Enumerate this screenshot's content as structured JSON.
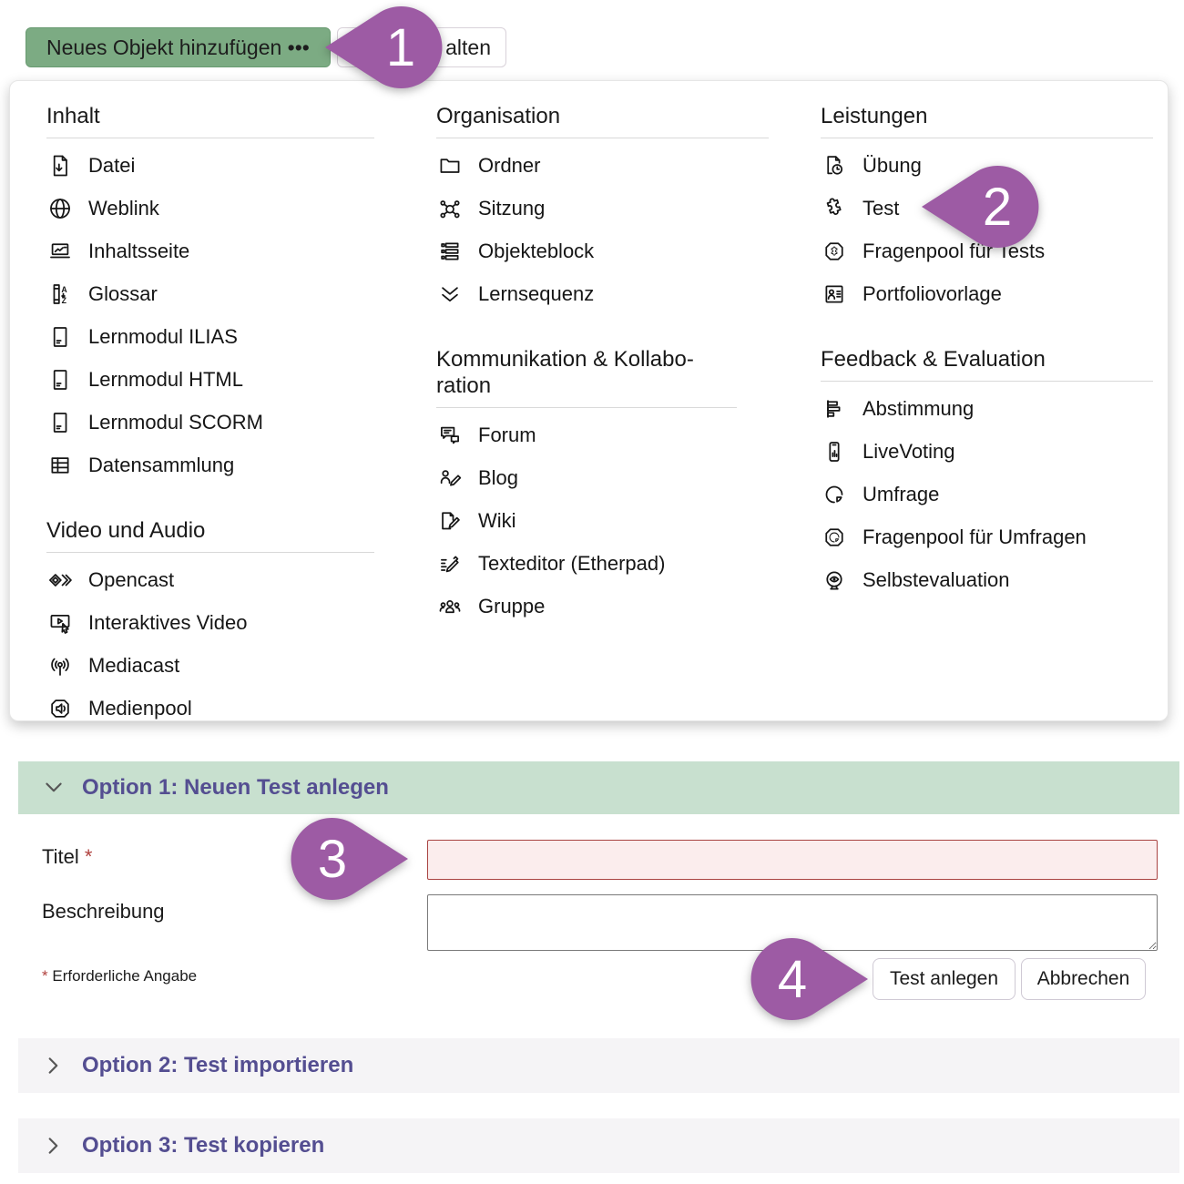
{
  "toolbar": {
    "add_object_label": "Neues Objekt hinzufügen •••",
    "partial_button_label": "alten"
  },
  "menu": {
    "groups": [
      {
        "title": "Inhalt",
        "items": [
          "Datei",
          "Weblink",
          "Inhaltsseite",
          "Glossar",
          "Lernmodul ILIAS",
          "Lernmodul HTML",
          "Lernmodul SCORM",
          "Datensammlung"
        ]
      },
      {
        "title": "Video und Audio",
        "items": [
          "Opencast",
          "Interaktives Video",
          "Mediacast",
          "Medienpool"
        ]
      },
      {
        "title": "Organisation",
        "items": [
          "Ordner",
          "Sitzung",
          "Objekteblock",
          "Lernsequenz"
        ]
      },
      {
        "title": "Kommunikation & Kollabo­ration",
        "items": [
          "Forum",
          "Blog",
          "Wiki",
          "Texteditor (Etherpad)",
          "Gruppe"
        ]
      },
      {
        "title": "Leistungen",
        "items": [
          "Übung",
          "Test",
          "Fragenpool für Tests",
          "Portfoliovorlage"
        ]
      },
      {
        "title": "Feedback & Evaluation",
        "items": [
          "Abstimmung",
          "LiveVoting",
          "Umfrage",
          "Fragenpool für Umfragen",
          "Selbstevaluation"
        ]
      }
    ]
  },
  "callouts": {
    "step1": "1",
    "step2": "2",
    "step3": "3",
    "step4": "4"
  },
  "form": {
    "section1_title": "Option 1: Neuen Test anlegen",
    "title_label": "Titel",
    "required_star": "*",
    "title_value": "",
    "description_label": "Beschreibung",
    "description_value": "",
    "required_note": "Erforderliche Angabe",
    "submit_label": "Test anlegen",
    "cancel_label": "Abbrechen",
    "section2_title": "Option 2: Test importieren",
    "section3_title": "Option 3: Test kopieren"
  },
  "colors": {
    "primary_button_green": "#7cab83",
    "accordion_open_bg": "#c8e0cf",
    "accordion_closed_bg": "#f5f4f6",
    "accordion_text_purple": "#544e91",
    "callout_purple": "#9d5ba4",
    "error_border_red": "#a94442",
    "error_bg_pink": "#fbeded",
    "required_red": "#b0413e"
  }
}
